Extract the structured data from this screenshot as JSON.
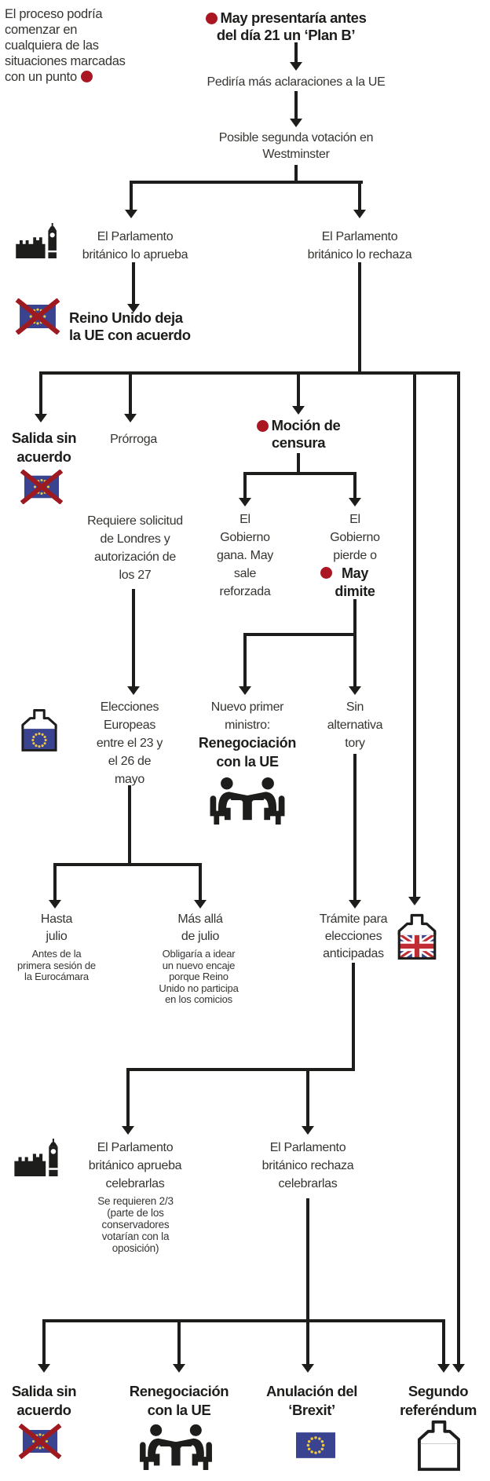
{
  "colors": {
    "ink": "#1d1d1b",
    "text": "#373531",
    "red": "#ab1623",
    "crossred": "#9d1b20",
    "blue": "#3a4390",
    "yellow": "#f0c93f",
    "ukred": "#c22c35"
  },
  "intro": "El proceso podría\ncomenzar en\ncualquiera de las\nsituaciones marcadas\ncon un punto",
  "icon_names": {
    "parliament": "uk-parliament-big-ben",
    "eu_flag_crossed": "eu-flag-crossed-out",
    "eu_flag": "eu-flag",
    "eu_ballot_box": "eu-elections-ballot-box",
    "uk_ballot_box": "uk-elections-ballot-box",
    "plain_ballot_box": "referendum-ballot-box",
    "negotiation": "two-people-negotiating-at-table"
  },
  "nodes": {
    "plan_b": "May presentaría antes\ndel día 21 un ‘Plan B’",
    "pediria": "Pediría más aclaraciones a la UE",
    "posible": "Posible segunda votación en\nWestminster",
    "aprueba": "El Parlamento\nbritánico lo aprueba",
    "rechaza": "El Parlamento\nbritánico lo rechaza",
    "reino_deja": "Reino Unido deja\nla UE con acuerdo",
    "salida_sin_acuerdo": "Salida sin\nacuerdo",
    "prorroga": "Prórroga",
    "mocion": "Moción de\ncensura",
    "requiere": "Requiere solicitud\nde Londres y\nautorización de\nlos 27",
    "gobierno_gana": "El\nGobierno\ngana. May\nsale\nreforzada",
    "gobierno_pierde": "El\nGobierno\npierde o",
    "may_dimite": "May\ndimite",
    "elecciones": "Elecciones\nEuropeas\nentre el 23 y\nel 26 de\nmayo",
    "nuevo_pm": "Nuevo primer\nministro:",
    "renegociacion": "Renegociación\ncon la UE",
    "sin_alternativa": "Sin\nalternativa\ntory",
    "hasta_julio": "Hasta\njulio",
    "hasta_julio_sub": "Antes de la\nprimera sesión de\nla Eurocámara",
    "mas_alla": "Más allá\nde julio",
    "mas_alla_sub": "Obligaría a idear\nun nuevo encaje\nporque Reino\nUnido no participa\nen los comicios",
    "tramite": "Trámite para\nelecciones\nanticipadas",
    "aprueba_celebrarlas": "El Parlamento\nbritánico aprueba\ncelebrarlas",
    "aprueba_celebrarlas_sub": "Se requieren 2/3\n(parte de los\nconservadores\nvotarían con la\noposición)",
    "rechaza_celebrarlas": "El Parlamento\nbritánico rechaza\ncelebrarlas",
    "result_salida": "Salida sin\nacuerdo",
    "result_renegociacion": "Renegociación\ncon la UE",
    "result_anulacion": "Anulación del\n‘Brexit’",
    "result_segundo": "Segundo\nreferéndum"
  }
}
